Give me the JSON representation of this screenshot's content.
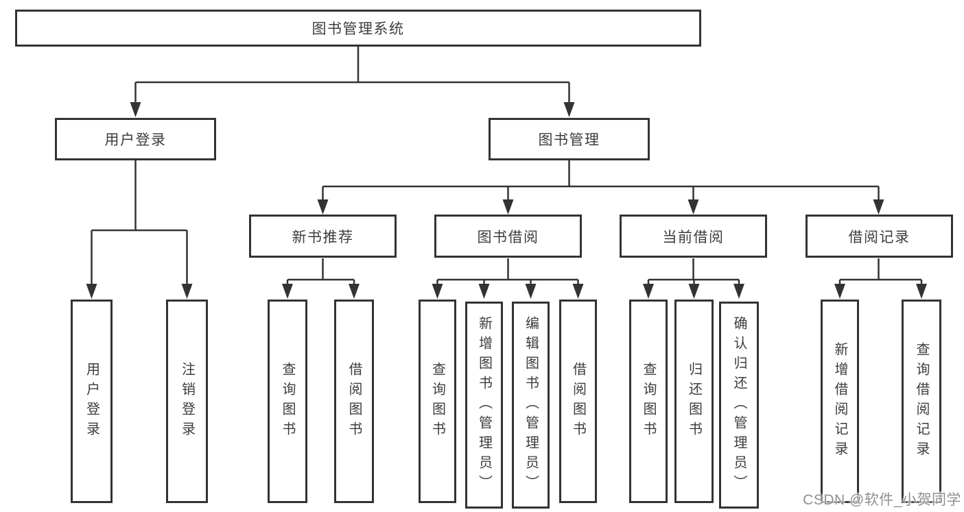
{
  "diagram": {
    "root": {
      "label": "图书管理系统"
    },
    "branches": [
      {
        "label": "用户登录",
        "children": [
          {
            "label": "用户登录"
          },
          {
            "label": "注销登录"
          }
        ]
      },
      {
        "label": "图书管理",
        "children": [
          {
            "label": "新书推荐",
            "children": [
              {
                "label": "查询图书"
              },
              {
                "label": "借阅图书"
              }
            ]
          },
          {
            "label": "图书借阅",
            "children": [
              {
                "label": "查询图书"
              },
              {
                "label": "新增图书（管理员）"
              },
              {
                "label": "编辑图书（管理员）"
              },
              {
                "label": "借阅图书"
              }
            ]
          },
          {
            "label": "当前借阅",
            "children": [
              {
                "label": "查询图书"
              },
              {
                "label": "归还图书"
              },
              {
                "label": "确认归还（管理员）"
              }
            ]
          },
          {
            "label": "借阅记录",
            "children": [
              {
                "label": "新增借阅记录"
              },
              {
                "label": "查询借阅记录"
              }
            ]
          }
        ]
      }
    ]
  },
  "watermark": {
    "text": "CSDN @软件_小贺同学"
  },
  "colors": {
    "line": "#333333",
    "text": "#3d3d3d",
    "background": "#ffffff",
    "box_bg": "#ffffff",
    "watermark": "#8f8f8f"
  }
}
